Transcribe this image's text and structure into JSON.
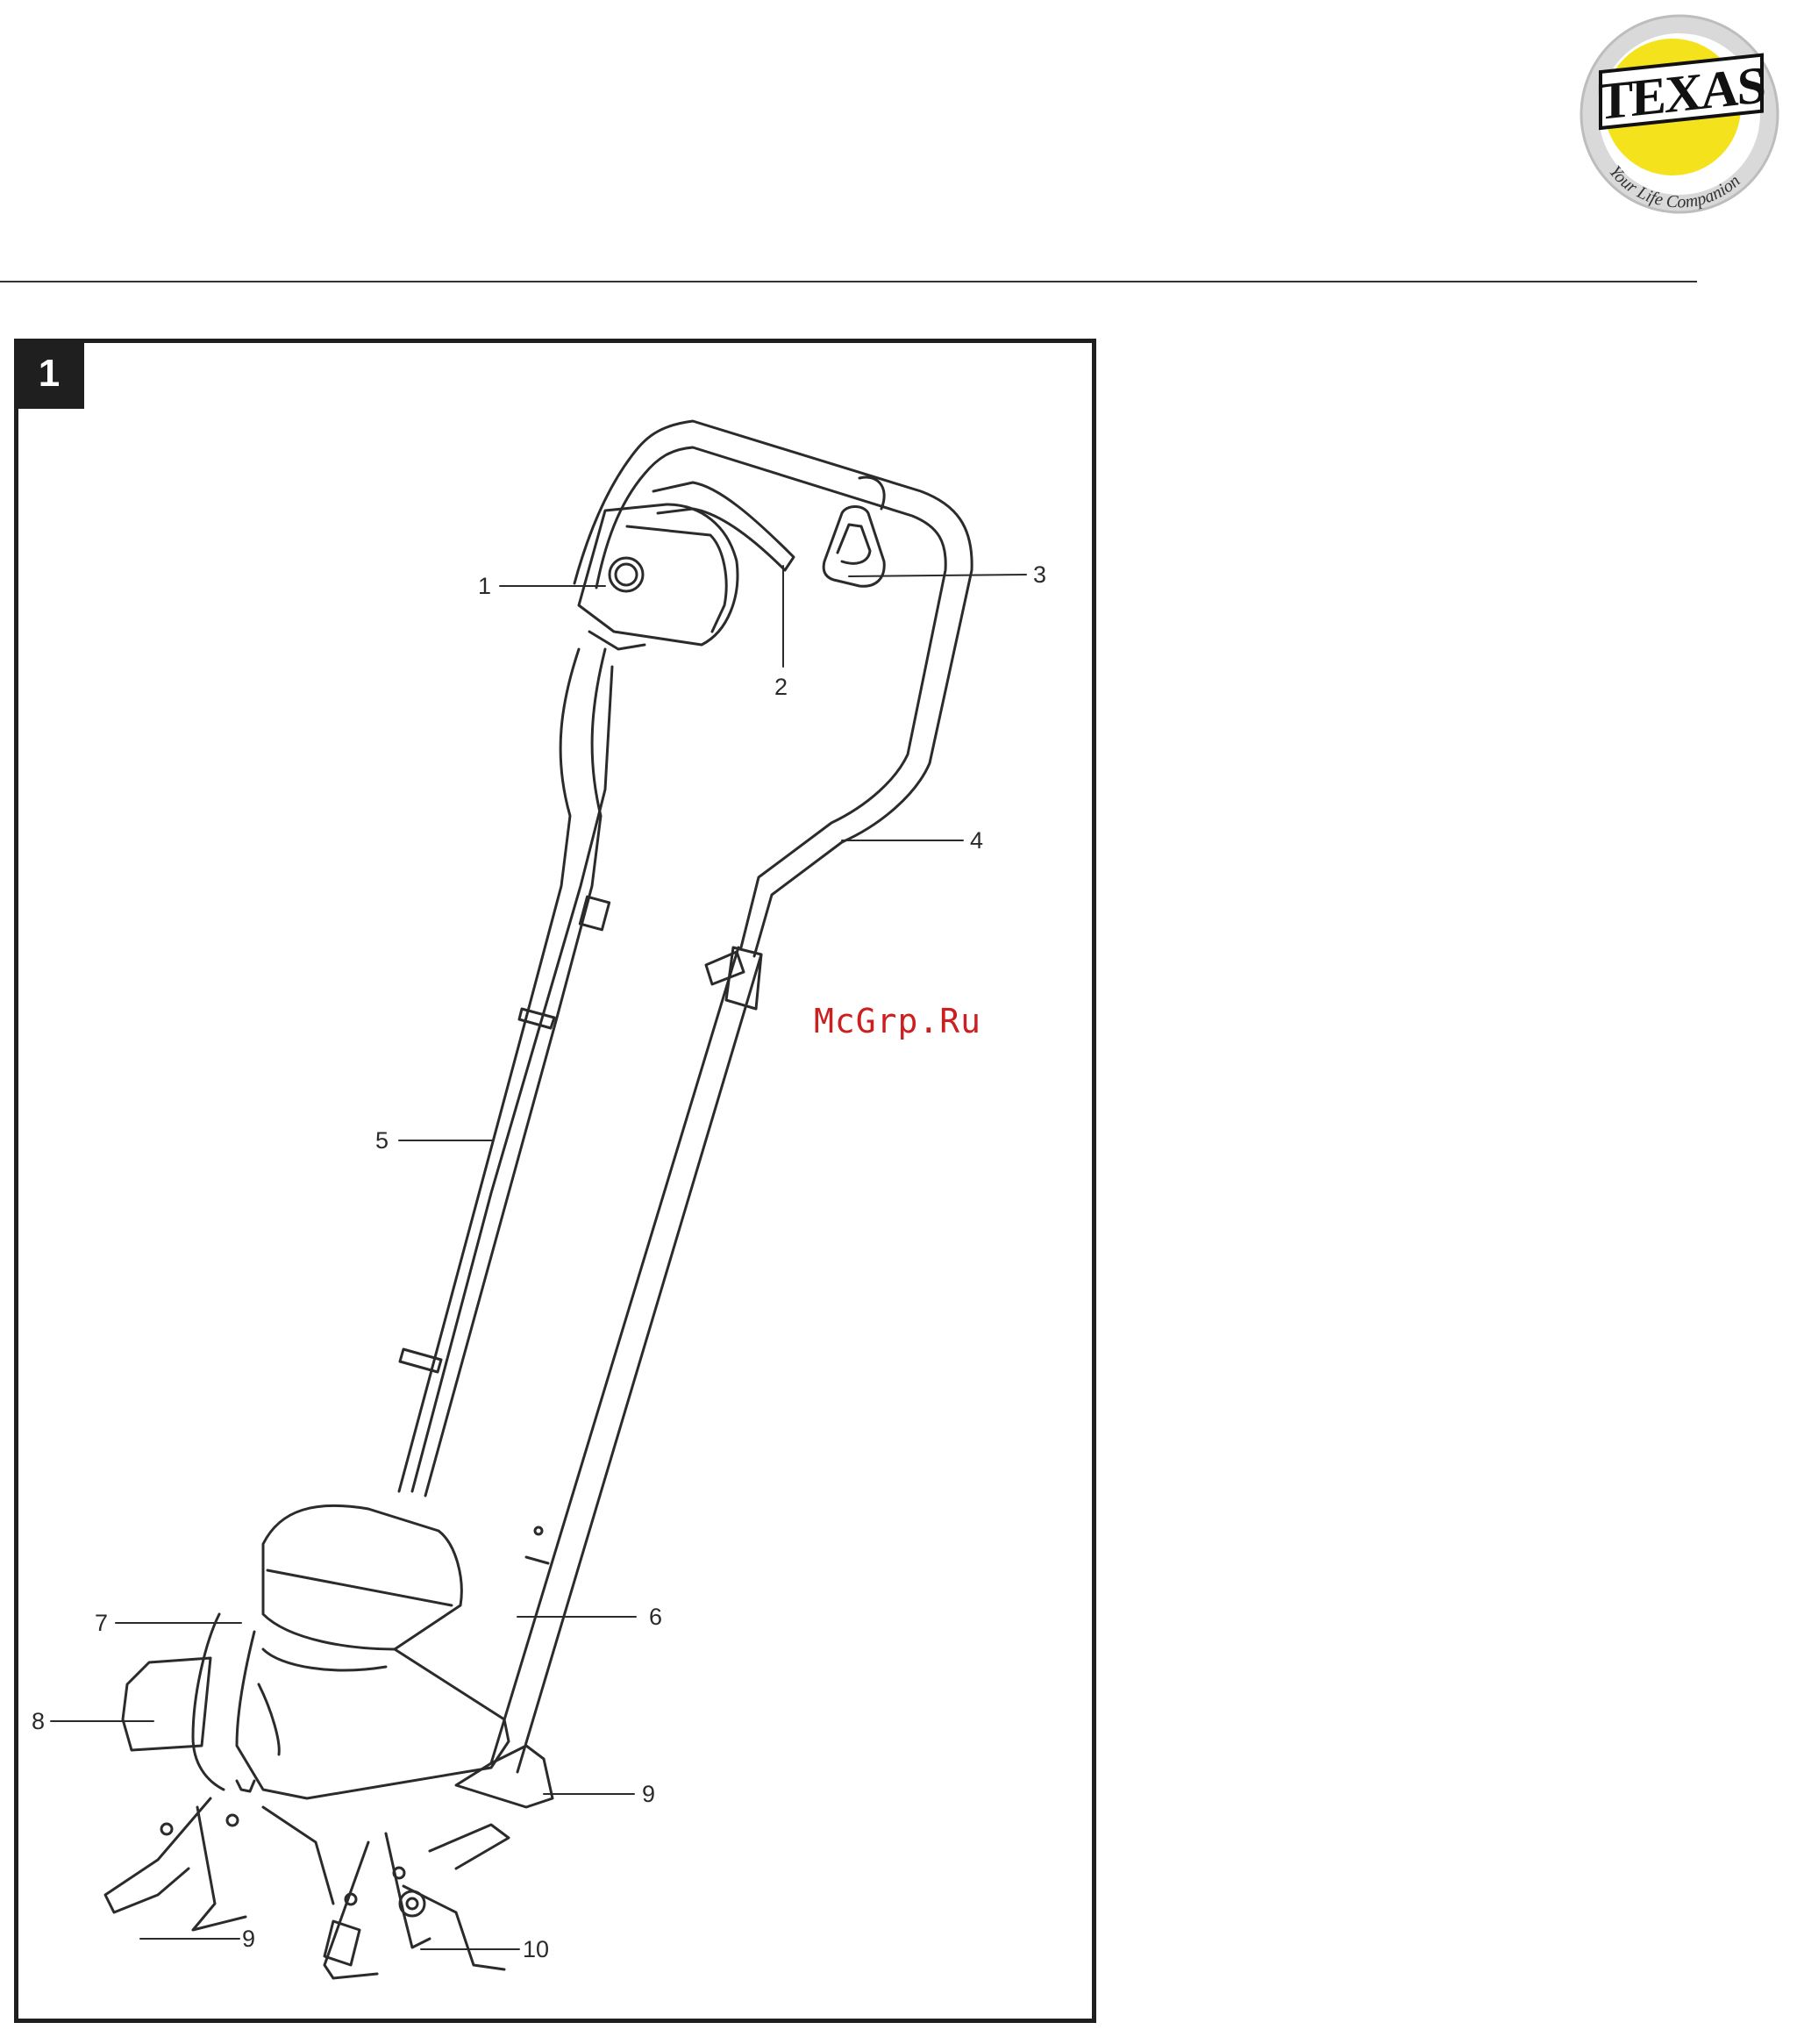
{
  "logo": {
    "brand": "TEXAS",
    "tagline": "Your Life Companion"
  },
  "figure": {
    "number": "1",
    "callouts": [
      "1",
      "2",
      "3",
      "4",
      "5",
      "6",
      "7",
      "8",
      "9",
      "9",
      "10"
    ]
  },
  "watermark": {
    "text": "McGrp.Ru"
  },
  "colors": {
    "logo_yellow": "#f4e31c",
    "logo_ring": "#c9c9c9",
    "frame": "#1f1f1f",
    "line_art": "#2b2b2b",
    "watermark_red": "#cc1f1f"
  }
}
